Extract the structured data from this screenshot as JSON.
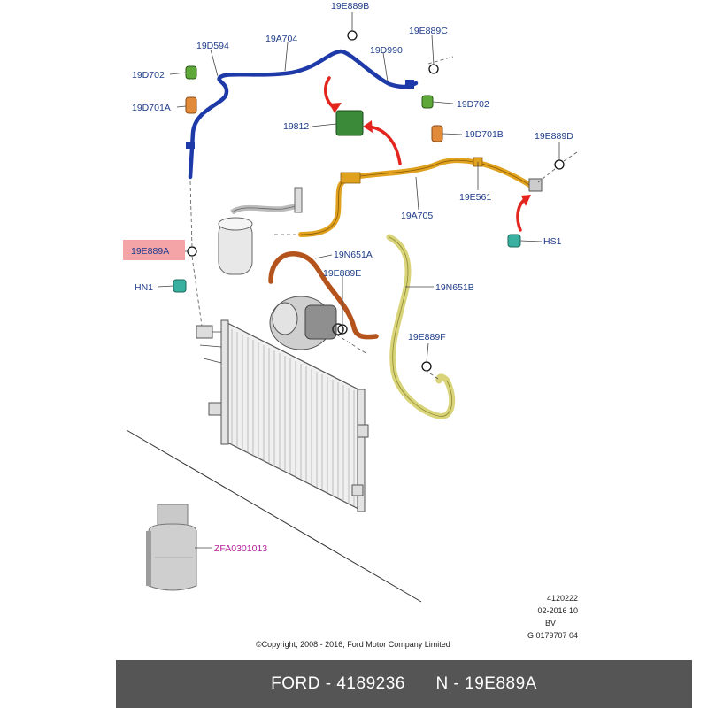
{
  "labels": {
    "p19E889B": "19E889B",
    "p19A704": "19A704",
    "p19D594": "19D594",
    "p19E889C": "19E889C",
    "p19D990": "19D990",
    "p19D702_left": "19D702",
    "p19D701A": "19D701A",
    "p19812": "19812",
    "p19D702_right": "19D702",
    "p19D701B": "19D701B",
    "p19E889D": "19E889D",
    "p19E561": "19E561",
    "p19A705": "19A705",
    "p19E889A": "19E889A",
    "pHS1": "HS1",
    "p19N651A": "19N651A",
    "p19E889E": "19E889E",
    "p19N651B": "19N651B",
    "pHN1": "HN1",
    "p19E889F": "19E889F",
    "pZFA": "ZFA0301013"
  },
  "highlight_color": "#f4a3a6",
  "copyright": "©Copyright, 2008 - 2016, Ford Motor Company Limited",
  "ref": {
    "line1": "4120222",
    "line2": "02-2016 10",
    "line3": "BV",
    "line4": "G 0179707 04"
  },
  "footer": {
    "brand_part": "FORD - 4189236",
    "n_part": "N - 19E889A"
  },
  "colors": {
    "blue_pipe": "#1e3aa8",
    "orange_pipe": "#e0a21e",
    "brown_pipe": "#b5531c",
    "yellow_pipe": "#d9d47a",
    "label_text": "#1f3c8a",
    "magenta_label": "#b6209a",
    "red_arrow": "#e2261f",
    "footer_bg": "#555555"
  }
}
